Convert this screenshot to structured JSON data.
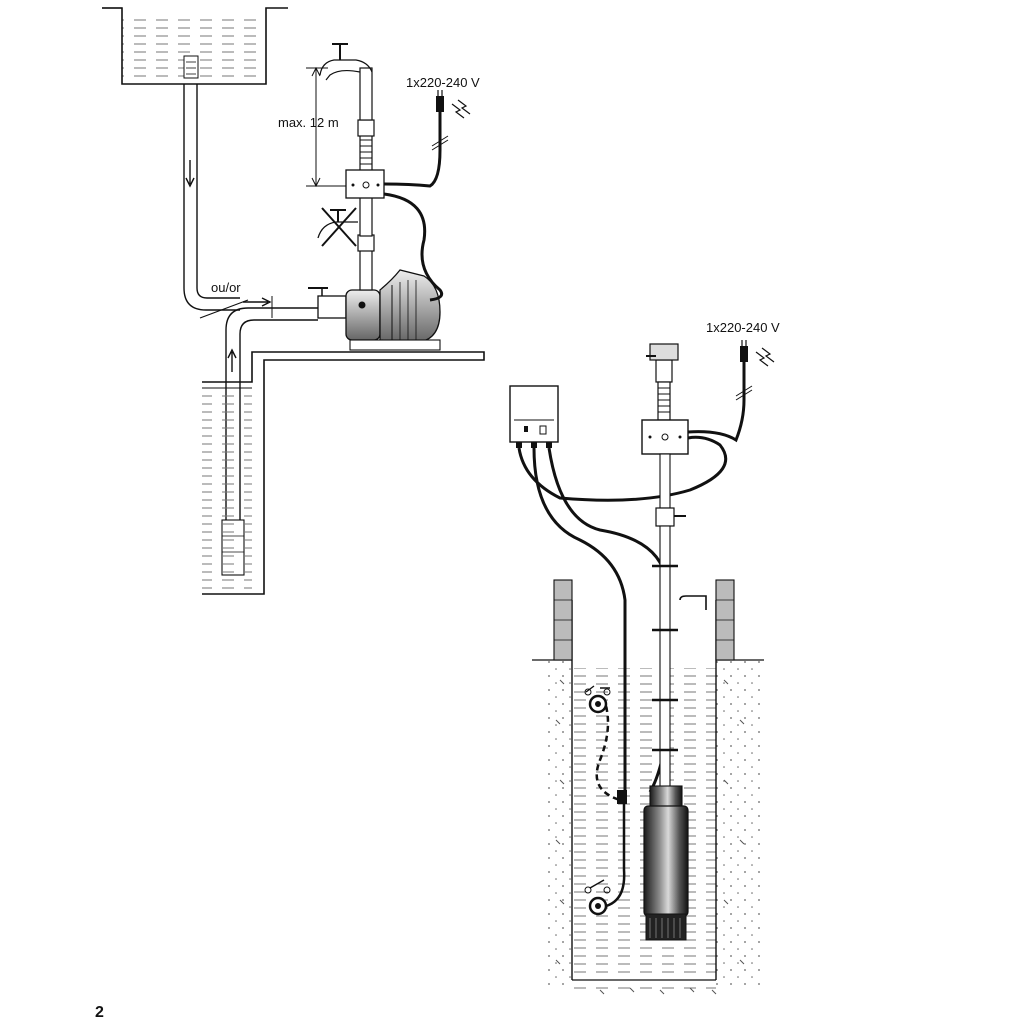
{
  "labels": {
    "voltage_top": "1x220-240 V",
    "voltage_right": "1x220-240 V",
    "max_height": "max. 12 m",
    "or_label": "ou/or"
  },
  "page_number": "2"
}
